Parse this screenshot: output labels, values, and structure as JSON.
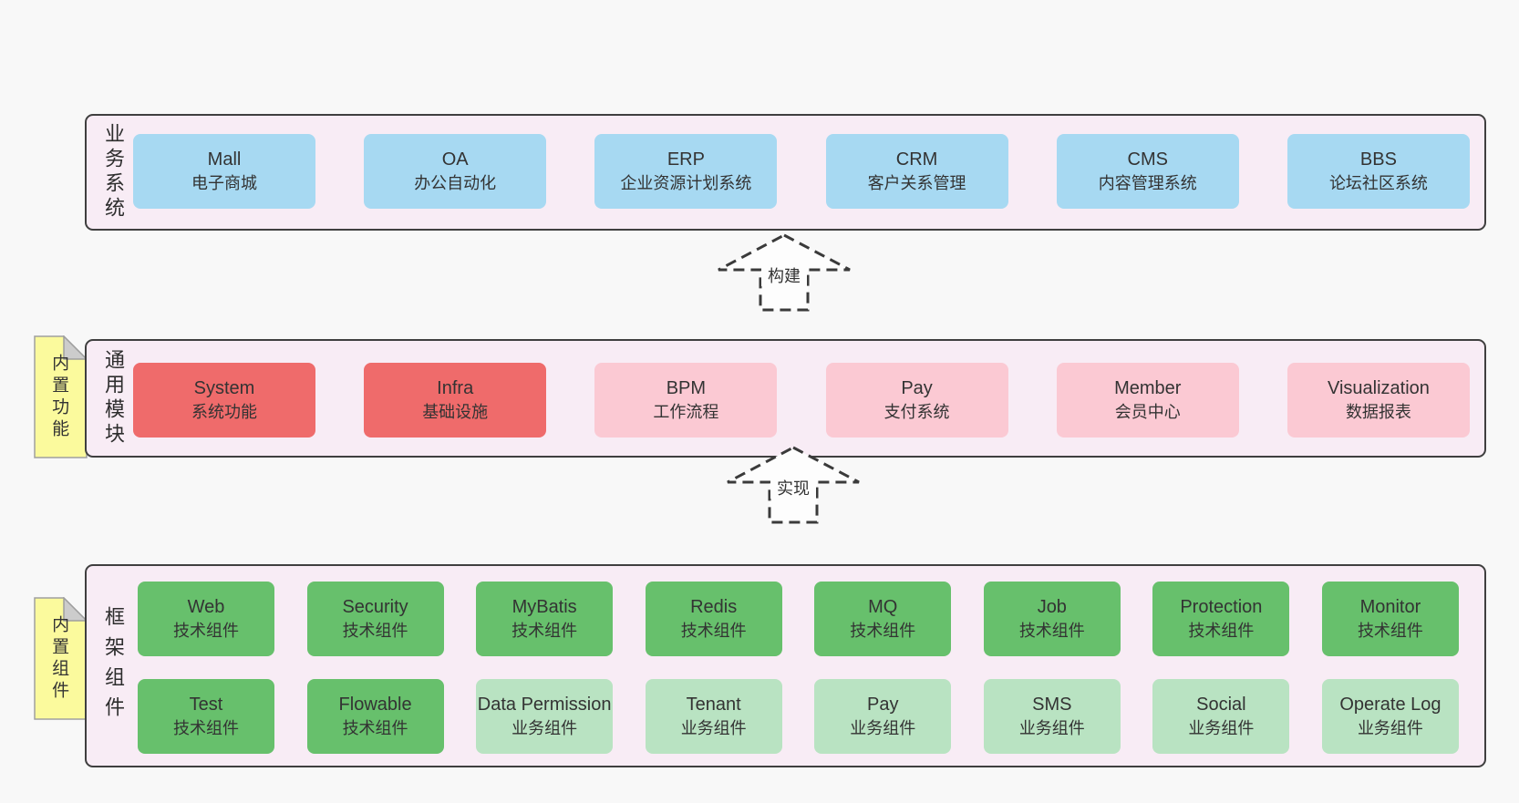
{
  "palette": {
    "page_bg": "#f8f8f8",
    "panel_bg": "#f8ecf5",
    "panel_border": "#3f3f3f",
    "blue_box": "#a7d9f2",
    "red_box": "#ef6b6b",
    "pink_box": "#fbc9d3",
    "green_box": "#67c06c",
    "light_green_box": "#b9e3c2",
    "note_yellow": "#fbfa9d",
    "text": "#333333"
  },
  "business": {
    "label": "业务系统",
    "boxes": [
      {
        "title": "Mall",
        "subtitle": "电子商城"
      },
      {
        "title": "OA",
        "subtitle": "办公自动化"
      },
      {
        "title": "ERP",
        "subtitle": "企业资源计划系统"
      },
      {
        "title": "CRM",
        "subtitle": "客户关系管理"
      },
      {
        "title": "CMS",
        "subtitle": "内容管理系统"
      },
      {
        "title": "BBS",
        "subtitle": "论坛社区系统"
      }
    ]
  },
  "arrow_build": {
    "label": "构建"
  },
  "modules": {
    "note": "内置功能",
    "label": "通用模块",
    "boxes": [
      {
        "title": "System",
        "subtitle": "系统功能"
      },
      {
        "title": "Infra",
        "subtitle": "基础设施"
      },
      {
        "title": "BPM",
        "subtitle": "工作流程"
      },
      {
        "title": "Pay",
        "subtitle": "支付系统"
      },
      {
        "title": "Member",
        "subtitle": "会员中心"
      },
      {
        "title": "Visualization",
        "subtitle": "数据报表"
      }
    ]
  },
  "arrow_implement": {
    "label": "实现"
  },
  "framework": {
    "note": "内置组件",
    "label": "框架组件",
    "row1": [
      {
        "title": "Web",
        "subtitle": "技术组件"
      },
      {
        "title": "Security",
        "subtitle": "技术组件"
      },
      {
        "title": "MyBatis",
        "subtitle": "技术组件"
      },
      {
        "title": "Redis",
        "subtitle": "技术组件"
      },
      {
        "title": "MQ",
        "subtitle": "技术组件"
      },
      {
        "title": "Job",
        "subtitle": "技术组件"
      },
      {
        "title": "Protection",
        "subtitle": "技术组件"
      },
      {
        "title": "Monitor",
        "subtitle": "技术组件"
      }
    ],
    "row2": [
      {
        "title": "Test",
        "subtitle": "技术组件"
      },
      {
        "title": "Flowable",
        "subtitle": "技术组件"
      },
      {
        "title": "Data Permission",
        "subtitle": "业务组件"
      },
      {
        "title": "Tenant",
        "subtitle": "业务组件"
      },
      {
        "title": "Pay",
        "subtitle": "业务组件"
      },
      {
        "title": "SMS",
        "subtitle": "业务组件"
      },
      {
        "title": "Social",
        "subtitle": "业务组件"
      },
      {
        "title": "Operate Log",
        "subtitle": "业务组件"
      }
    ]
  }
}
